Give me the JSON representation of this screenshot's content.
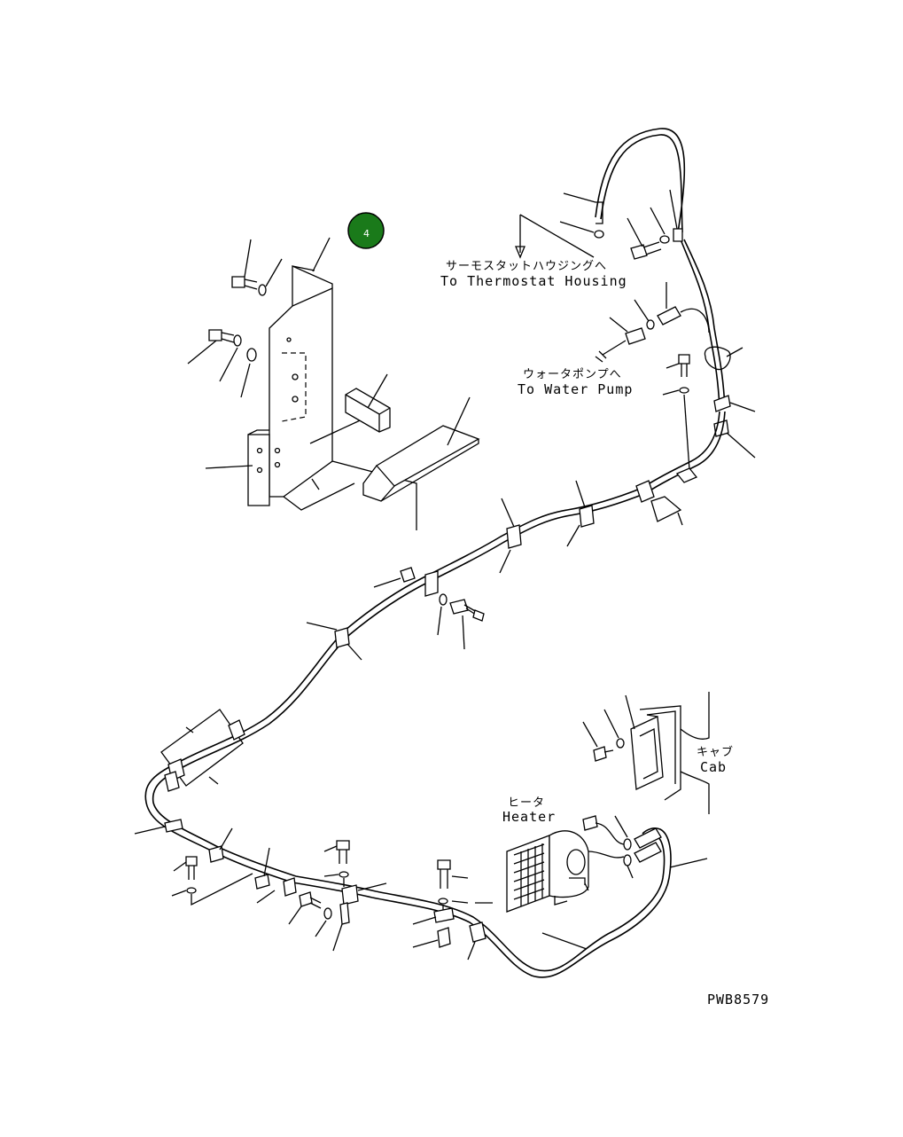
{
  "badge": {
    "number": "4",
    "color": "#1a7a1a"
  },
  "labels": {
    "thermostat_jp": "サーモスタットハウジングへ",
    "thermostat_en": "To Thermostat Housing",
    "water_pump_jp": "ウォータポンプへ",
    "water_pump_en": "To Water Pump",
    "cab_jp": "キャブ",
    "cab_en": "Cab",
    "heater_jp": "ヒータ",
    "heater_en": "Heater"
  },
  "drawing_code": "PWB8579"
}
